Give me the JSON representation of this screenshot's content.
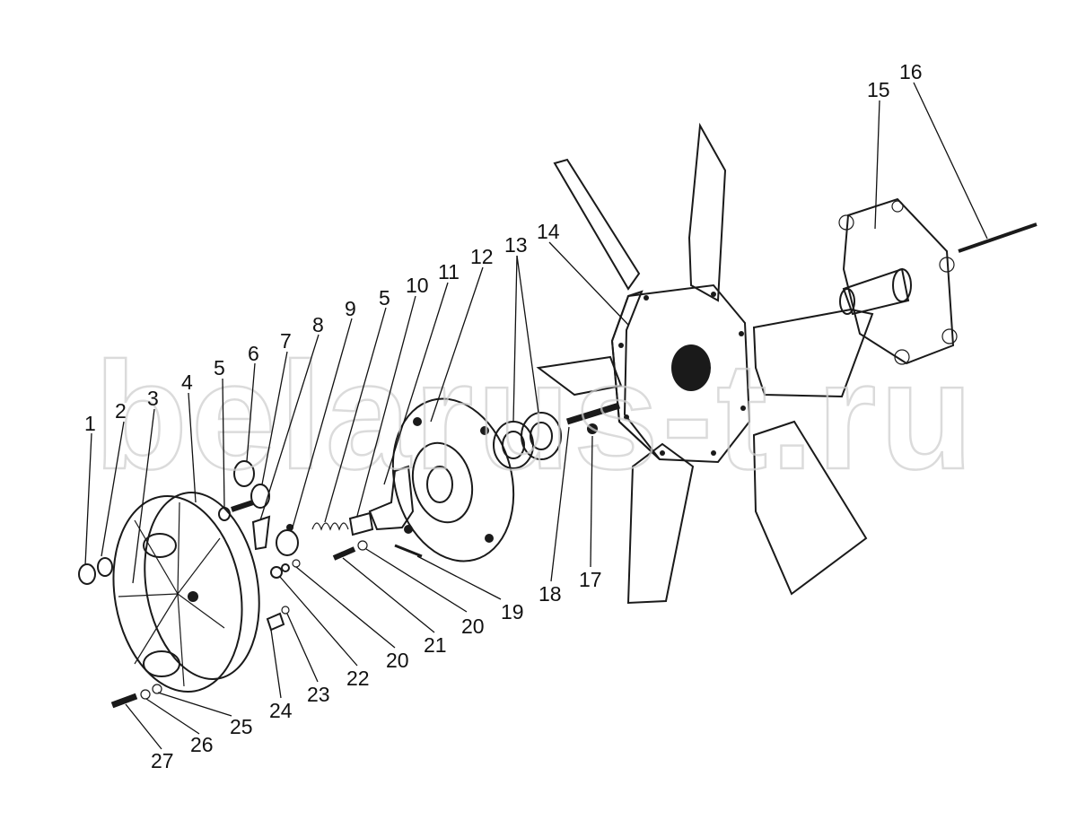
{
  "diagram": {
    "watermark": "belarus-t.ru",
    "callouts": [
      {
        "id": "c1",
        "text": "1"
      },
      {
        "id": "c2",
        "text": "2"
      },
      {
        "id": "c3",
        "text": "3"
      },
      {
        "id": "c4",
        "text": "4"
      },
      {
        "id": "c5a",
        "text": "5"
      },
      {
        "id": "c6",
        "text": "6"
      },
      {
        "id": "c7",
        "text": "7"
      },
      {
        "id": "c8",
        "text": "8"
      },
      {
        "id": "c9",
        "text": "9"
      },
      {
        "id": "c5b",
        "text": "5"
      },
      {
        "id": "c10",
        "text": "10"
      },
      {
        "id": "c11",
        "text": "11"
      },
      {
        "id": "c12",
        "text": "12"
      },
      {
        "id": "c13",
        "text": "13"
      },
      {
        "id": "c14",
        "text": "14"
      },
      {
        "id": "c15",
        "text": "15"
      },
      {
        "id": "c16",
        "text": "16"
      },
      {
        "id": "c17",
        "text": "17"
      },
      {
        "id": "c18",
        "text": "18"
      },
      {
        "id": "c19",
        "text": "19"
      },
      {
        "id": "c20a",
        "text": "20"
      },
      {
        "id": "c21",
        "text": "21"
      },
      {
        "id": "c20b",
        "text": "20"
      },
      {
        "id": "c22",
        "text": "22"
      },
      {
        "id": "c23",
        "text": "23"
      },
      {
        "id": "c24",
        "text": "24"
      },
      {
        "id": "c25",
        "text": "25"
      },
      {
        "id": "c26",
        "text": "26"
      },
      {
        "id": "c27",
        "text": "27"
      }
    ]
  }
}
